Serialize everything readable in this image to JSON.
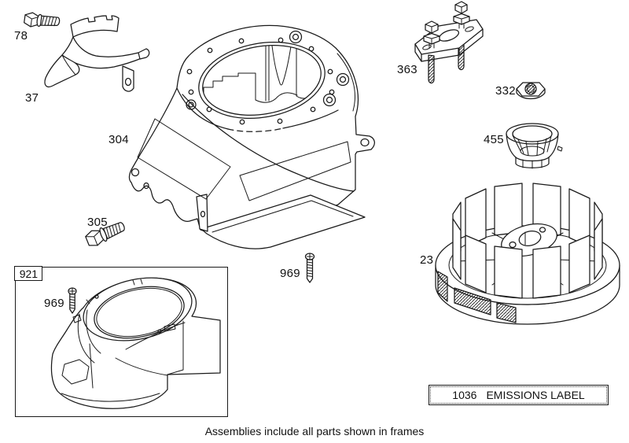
{
  "page": {
    "caption": "Assemblies include all parts shown in frames",
    "background": "#ffffff",
    "line_color": "#1a1a1a"
  },
  "callouts": {
    "bolt_78": "78",
    "guard_37": "37",
    "blower_housing_304": "304",
    "bolt_305": "305",
    "screw_969": "969",
    "frame_921": "921",
    "screw_969_frame": "969",
    "puller_tool_363": "363",
    "nut_332": "332",
    "starter_cup_455": "455",
    "flywheel_23": "23"
  },
  "emissions_frame": {
    "number": "1036",
    "label": "EMISSIONS LABEL"
  }
}
